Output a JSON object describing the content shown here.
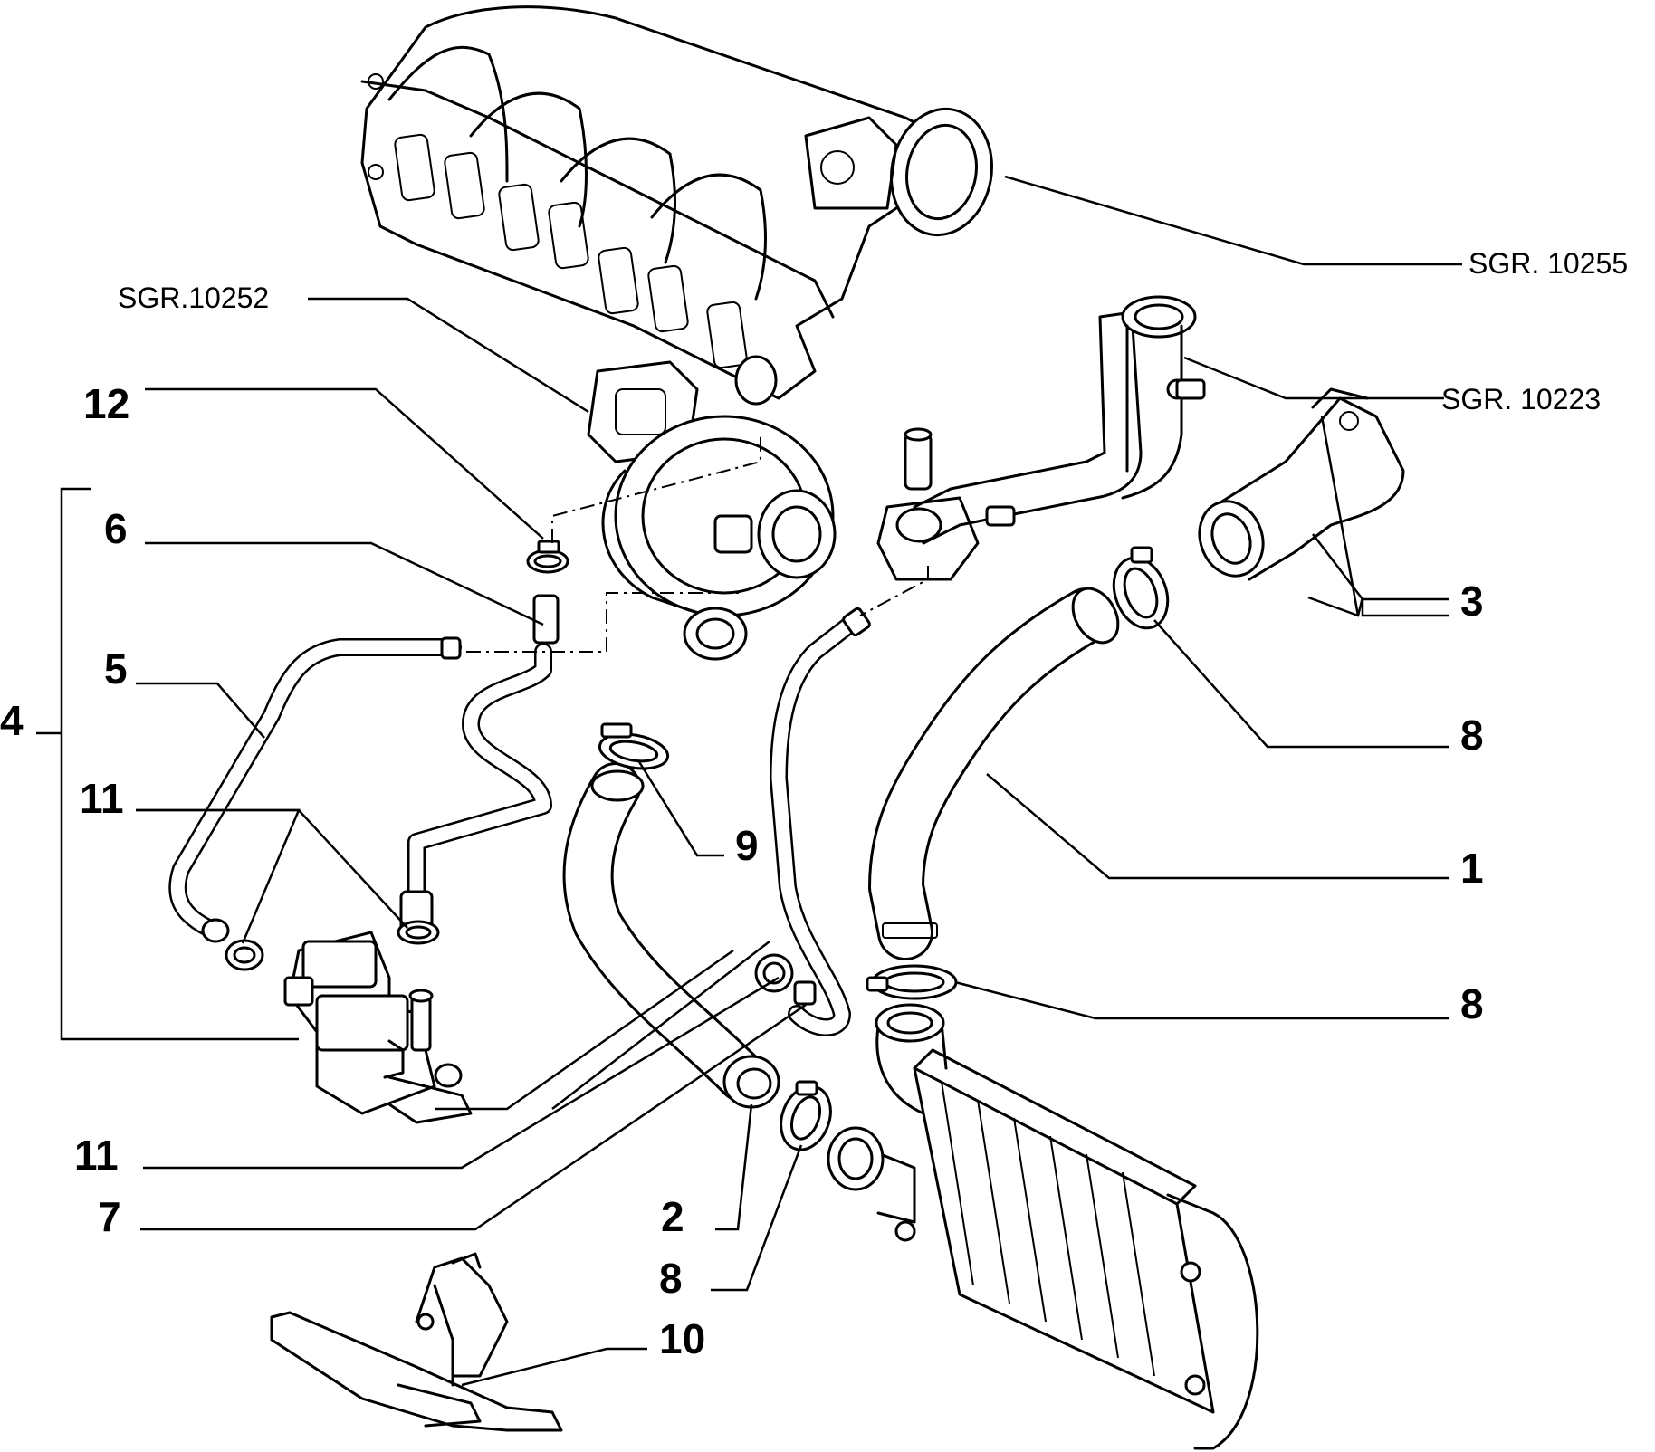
{
  "references": {
    "sgr_10255": "SGR. 10255",
    "sgr_10223": "SGR. 10223",
    "sgr_10252": "SGR.10252"
  },
  "callouts": {
    "c1": "1",
    "c2": "2",
    "c3": "3",
    "c4": "4",
    "c5": "5",
    "c6": "6",
    "c7": "7",
    "c8a": "8",
    "c8b": "8",
    "c8c": "8",
    "c9": "9",
    "c10": "10",
    "c11a": "11",
    "c11b": "11",
    "c12": "12"
  }
}
